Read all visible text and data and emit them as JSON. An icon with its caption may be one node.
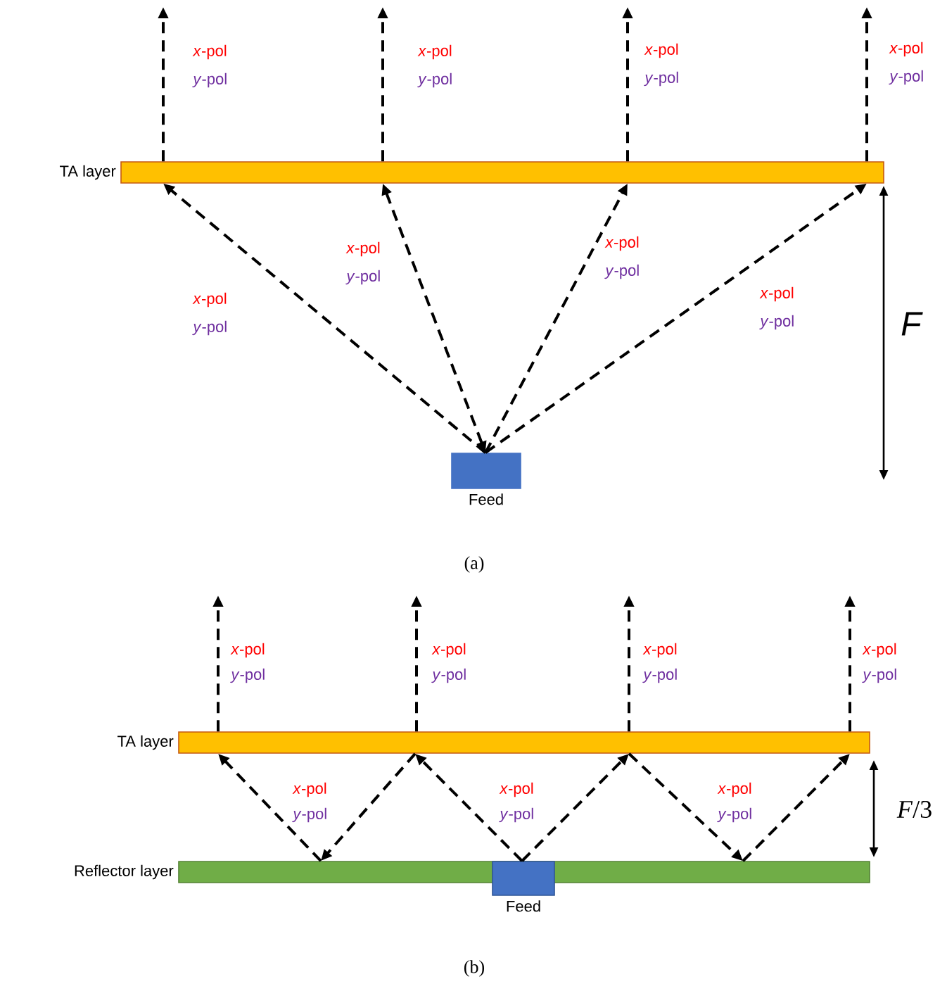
{
  "diagram": {
    "nodes": [
      {
        "text": [
          "TA layer"
        ]
      },
      {
        "text": [
          "Feed"
        ]
      },
      {
        "text": [
          "TA layer"
        ]
      },
      {
        "text": [
          "Reflector layer"
        ]
      },
      {
        "text": [
          "Feed"
        ]
      }
    ],
    "edges": [
      {
        "from": 1,
        "to": 0,
        "arrow": "to",
        "style": "dashed"
      },
      {
        "from": 1,
        "to": 0,
        "arrow": "both",
        "style": "dashed"
      },
      {
        "from": 1,
        "to": 0,
        "arrow": "to",
        "style": "dashed"
      },
      {
        "from": 1,
        "to": 0,
        "arrow": "to",
        "style": "dashed"
      },
      {
        "from": 0,
        "to": null,
        "arrow": "to",
        "style": "dashed"
      },
      {
        "from": 0,
        "to": null,
        "arrow": "to",
        "style": "dashed"
      },
      {
        "from": 0,
        "to": null,
        "arrow": "to",
        "style": "dashed"
      },
      {
        "from": 0,
        "to": null,
        "arrow": "to",
        "style": "dashed"
      },
      {
        "from": 4,
        "to": 2,
        "arrow": "to",
        "style": "dashed"
      },
      {
        "from": 2,
        "to": 3,
        "arrow": "to",
        "style": "dashed"
      },
      {
        "from": 3,
        "to": 2,
        "arrow": "to",
        "style": "dashed"
      },
      {
        "from": 4,
        "to": 2,
        "arrow": "to",
        "style": "dashed"
      },
      {
        "from": 2,
        "to": 3,
        "arrow": "to",
        "style": "dashed"
      },
      {
        "from": 3,
        "to": 2,
        "arrow": "to",
        "style": "dashed"
      },
      {
        "from": 2,
        "to": null,
        "arrow": "to",
        "style": "dashed"
      },
      {
        "from": 2,
        "to": null,
        "arrow": "to",
        "style": "dashed"
      },
      {
        "from": 2,
        "to": null,
        "arrow": "to",
        "style": "dashed"
      },
      {
        "from": 2,
        "to": null,
        "arrow": "to",
        "style": "dashed"
      }
    ],
    "labels": [
      "*x*-pol",
      "*y*-pol",
      "*x*-pol",
      "*y*-pol",
      "*x*-pol",
      "*y*-pol",
      "*x*-pol",
      "*y*-pol",
      "*x*-pol",
      "*y*-pol",
      "*x*-pol",
      "*y*-pol",
      "*x*-pol",
      "*y*-pol",
      "*x*-pol",
      "*y*-pol",
      "*F*",
      "(a)",
      "*x*-pol",
      "*y*-pol",
      "*x*-pol",
      "*y*-pol",
      "*x*-pol",
      "*y*-pol",
      "*x*-pol",
      "*y*-pol",
      "*x*-pol",
      "*y*-pol",
      "*x*-pol",
      "*y*-pol",
      "*x*-pol",
      "*y*-pol",
      "*F*/3",
      "(b)"
    ]
  }
}
